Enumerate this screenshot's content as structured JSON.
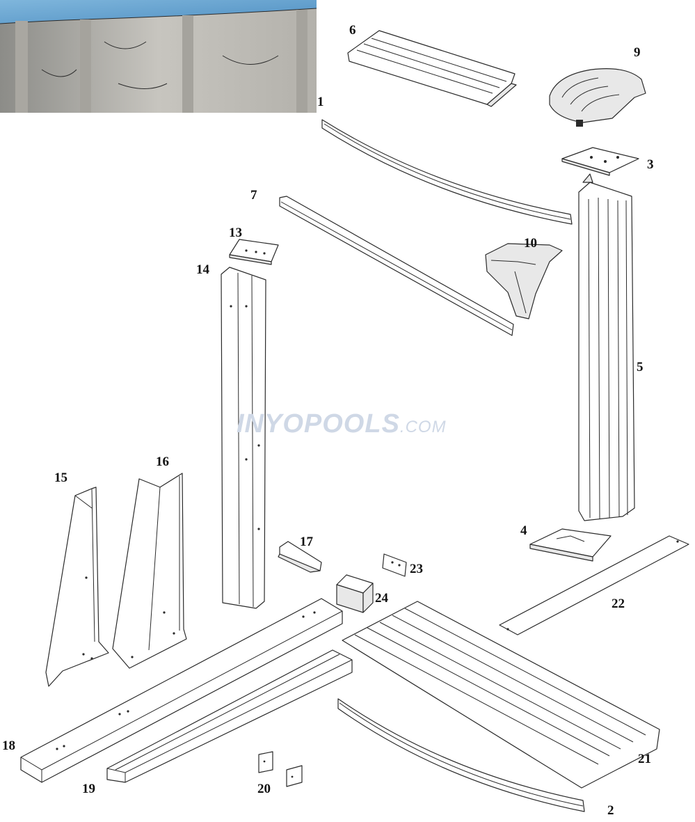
{
  "diagram": {
    "accent_color": "#cfd8e6",
    "watermark": {
      "brand": "INYOPOOLS",
      "suffix": ".COM"
    },
    "callouts": [
      "1",
      "2",
      "3",
      "4",
      "5",
      "6",
      "7",
      "9",
      "10",
      "13",
      "14",
      "15",
      "16",
      "17",
      "18",
      "19",
      "20",
      "21",
      "22",
      "23",
      "24"
    ]
  }
}
